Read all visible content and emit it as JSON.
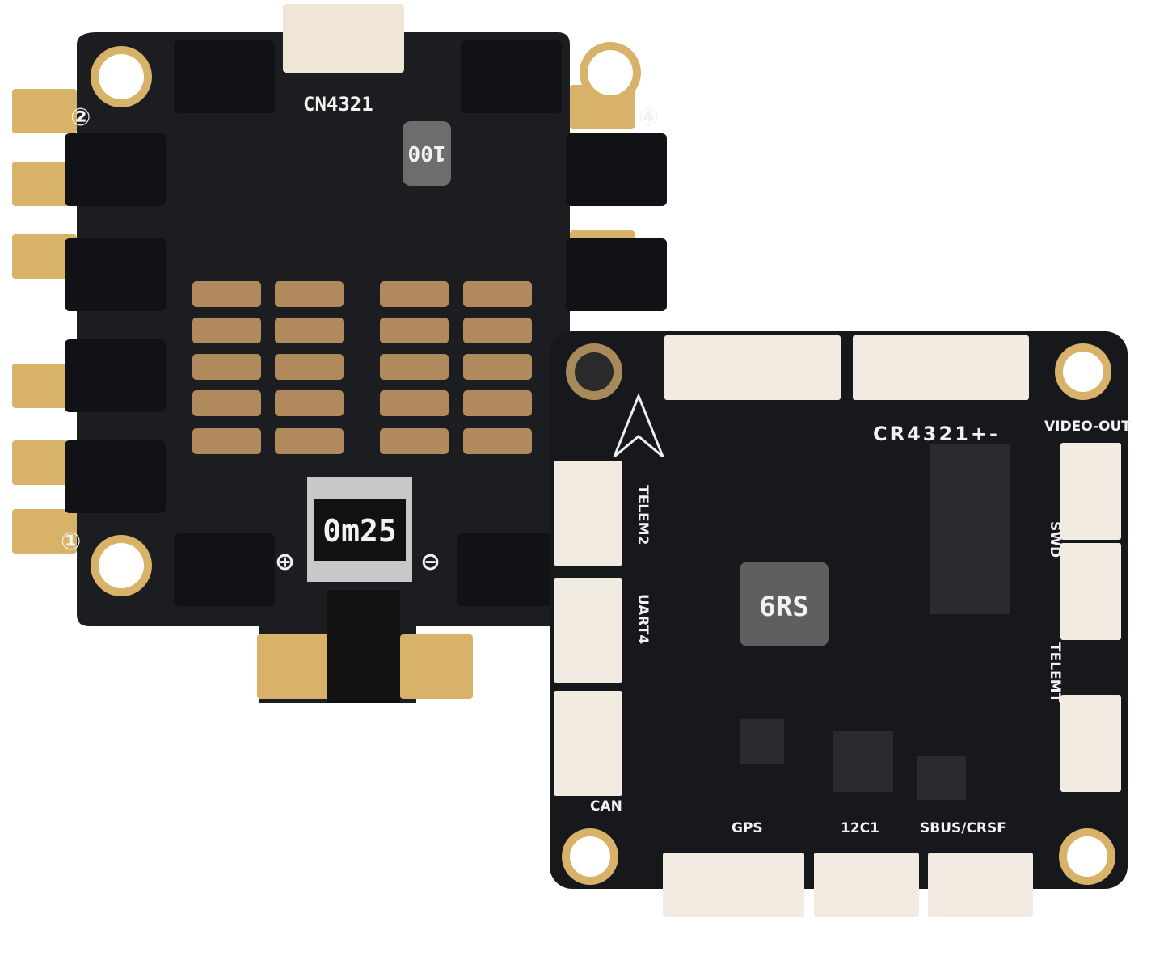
{
  "esc_board": {
    "connector_label": "CN4321",
    "polarity_plus": "⊕",
    "polarity_minus": "⊖",
    "shunt_label": "0m25",
    "inductor_label": "100",
    "motor_labels": [
      "①",
      "②",
      "④"
    ],
    "colors": {
      "pcb": "#1c1d21",
      "gold": "#d9b26a",
      "ceramic": "#b08a5c",
      "connector": "#efe6d8"
    }
  },
  "fc_board": {
    "connector_label": "CR4321+-",
    "inductor_label": "6RS",
    "port_labels": {
      "video_out": "VIDEO-OUT",
      "telem2": "TELEM2",
      "uart4": "UART4",
      "swd": "SWD",
      "telemt": "TELEMT",
      "can": "CAN",
      "gps": "GPS",
      "i2c1": "12C1",
      "sbus": "SBUS/CRSF"
    },
    "colors": {
      "pcb": "#17181b",
      "connector": "#f1ebe1"
    }
  }
}
